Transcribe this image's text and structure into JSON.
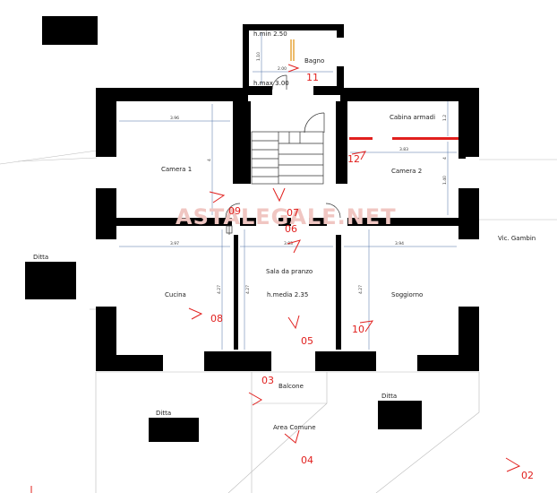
{
  "rooms": {
    "bagno": "Bagno",
    "bagno_hmin": "h.min 2.50",
    "bagno_hmax": "h.max 3.00",
    "camera1": "Camera 1",
    "cabina": "Cabina armadi",
    "camera2": "Camera 2",
    "sala": "Sala da pranzo",
    "sala_h": "h.media 2.35",
    "cucina": "Cucina",
    "soggiorno": "Soggiorno",
    "balcone": "Balcone",
    "area": "Area Comune"
  },
  "neighbors": {
    "ditta_left": "Ditta",
    "ditta_bottom": "Ditta",
    "ditta_right": "Ditta",
    "vic": "Vic. Gambin"
  },
  "dimensions": {
    "bagno_w": "2.00",
    "bagno_h": "1.10",
    "camera1_w": "3.96",
    "camera1_h": "4",
    "cabina_h": "1.2",
    "camera2_w": "3.83",
    "camera2_h": "4",
    "camera2_h2": "1.40",
    "cucina_w": "3.97",
    "cucina_h": "4.27",
    "sala_w": "3.03",
    "sala_h": "4.27",
    "soggiorno_w": "3.94",
    "soggiorno_h": "4.27"
  },
  "photo_markers": [
    "11",
    "12",
    "09",
    "07",
    "06",
    "08",
    "05",
    "10",
    "03",
    "04",
    "02"
  ],
  "watermark": "ASTALEGALE.NET",
  "colors": {
    "wall": "#000000",
    "marker": "#e1201e",
    "watermark": "#f0c6c2"
  }
}
